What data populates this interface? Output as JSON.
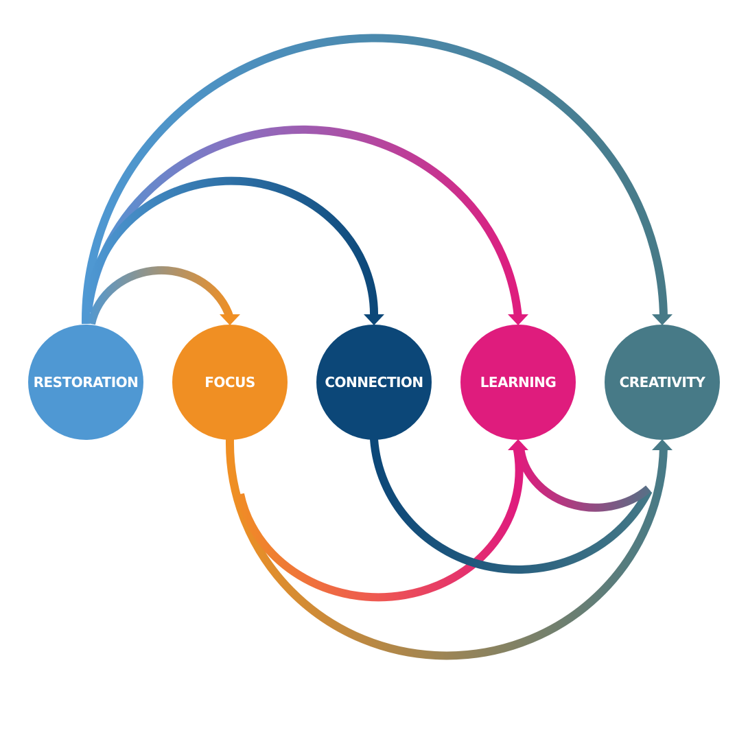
{
  "diagram": {
    "nodes": [
      {
        "id": "restoration",
        "label": "RESTORATION",
        "color": "#4f98d3"
      },
      {
        "id": "focus",
        "label": "FOCUS",
        "color": "#f08f23"
      },
      {
        "id": "connection",
        "label": "CONNECTION",
        "color": "#0c4778"
      },
      {
        "id": "learning",
        "label": "LEARNING",
        "color": "#df1c7d"
      },
      {
        "id": "creativity",
        "label": "CREATIVITY",
        "color": "#477a87"
      }
    ],
    "edges": [
      {
        "from": "restoration",
        "to": "focus"
      },
      {
        "from": "restoration",
        "to": "connection"
      },
      {
        "from": "restoration",
        "to": "learning"
      },
      {
        "from": "restoration",
        "to": "creativity"
      },
      {
        "from": "focus",
        "to": "learning"
      },
      {
        "from": "focus",
        "to": "creativity"
      },
      {
        "from": "connection",
        "to": "creativity"
      },
      {
        "from": "creativity",
        "to": "learning"
      }
    ]
  }
}
